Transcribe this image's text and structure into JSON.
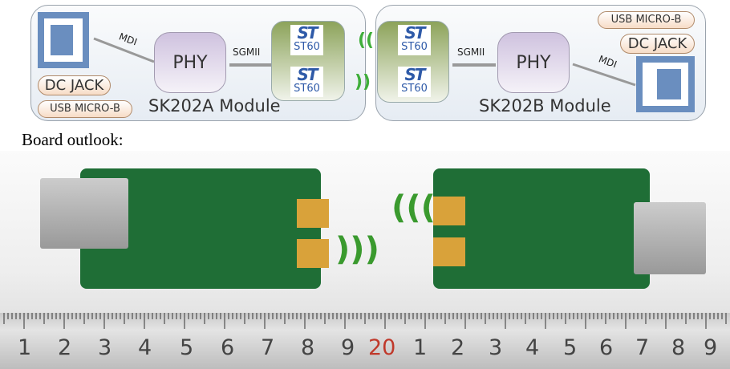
{
  "left_module": {
    "title": "SK202A Module",
    "phy": "PHY",
    "mdi": "MDI",
    "sgmii": "SGMII",
    "dc_jack": "DC JACK",
    "usb": "USB MICRO-B",
    "st": [
      "ST60",
      "ST60"
    ]
  },
  "right_module": {
    "title": "SK202B Module",
    "phy": "PHY",
    "mdi": "MDI",
    "sgmii": "SGMII",
    "dc_jack": "DC JACK",
    "usb": "USB MICRO-B",
    "st": [
      "ST60",
      "ST60"
    ]
  },
  "caption": "Board outlook:",
  "ruler": [
    "1",
    "2",
    "3",
    "4",
    "5",
    "6",
    "7",
    "8",
    "9",
    "20",
    "1",
    "2",
    "3",
    "4",
    "5",
    "6",
    "7",
    "8",
    "9"
  ],
  "colors": {
    "ethernet": "#6a8ebf",
    "wireless": "#3fae3a",
    "ruler_highlight": "#c0392b"
  }
}
